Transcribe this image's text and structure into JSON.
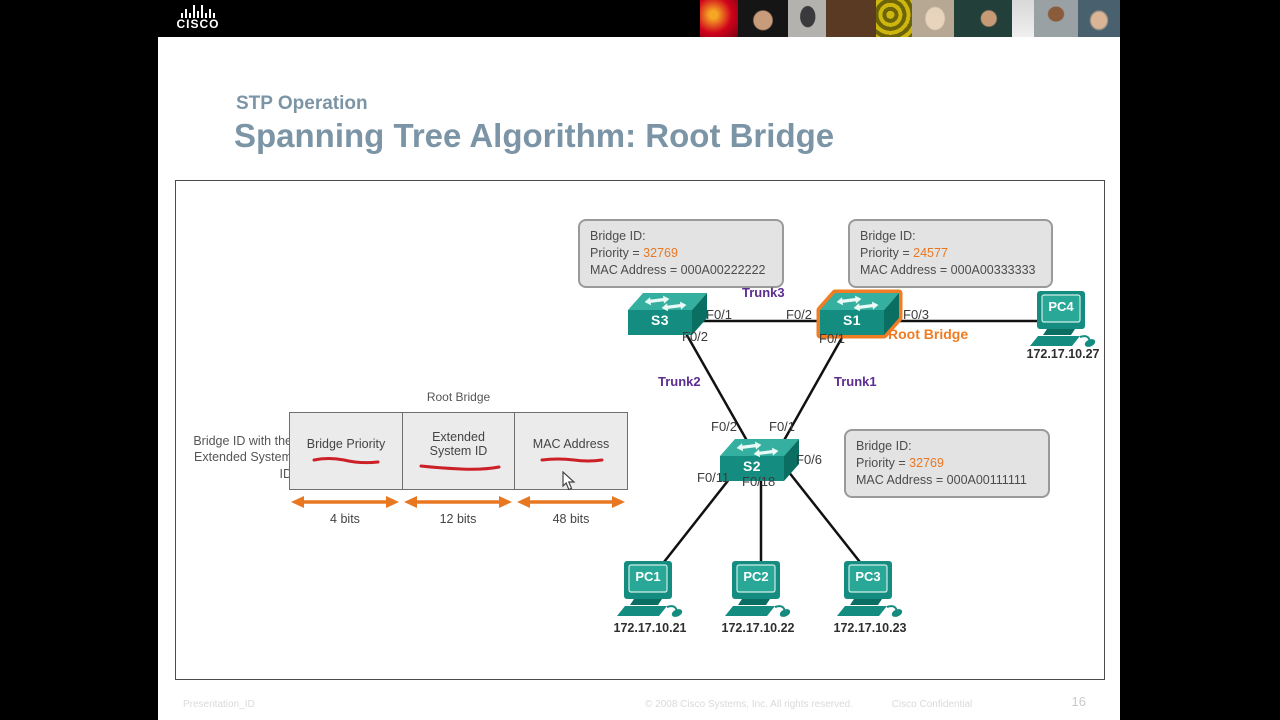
{
  "topbar": {
    "logo": "CISCO"
  },
  "slide": {
    "pretitle": "STP Operation",
    "title": "Spanning Tree Algorithm: Root Bridge"
  },
  "bridge_boxes": [
    {
      "title": "Bridge ID:",
      "priority_prefix": "Priority = ",
      "priority": "32769",
      "mac": "MAC Address = 000A00222222"
    },
    {
      "title": "Bridge ID:",
      "priority_prefix": "Priority = ",
      "priority": "24577",
      "mac": "MAC Address = 000A00333333"
    },
    {
      "title": "Bridge ID:",
      "priority_prefix": "Priority = ",
      "priority": "32769",
      "mac": "MAC Address = 000A00111111"
    }
  ],
  "nodes": {
    "s1": {
      "label": "S1"
    },
    "s2": {
      "label": "S2"
    },
    "s3": {
      "label": "S3"
    },
    "pc1": {
      "label": "PC1",
      "ip": "172.17.10.21"
    },
    "pc2": {
      "label": "PC2",
      "ip": "172.17.10.22"
    },
    "pc3": {
      "label": "PC3",
      "ip": "172.17.10.23"
    },
    "pc4": {
      "label": "PC4",
      "ip": "172.17.10.27"
    }
  },
  "trunks": {
    "trunk1": "Trunk1",
    "trunk2": "Trunk2",
    "trunk3": "Trunk3"
  },
  "ports": {
    "s3_f01": "F0/1",
    "s3_f02": "F0/2",
    "s1_f02": "F0/2",
    "s1_f01": "F0/1",
    "s1_f03": "F0/3",
    "s2_f02": "F0/2",
    "s2_f01": "F0/1",
    "s2_f06": "F0/6",
    "s2_f011": "F0/11",
    "s2_f018": "F0/18"
  },
  "root_bridge_callout": "Root Bridge",
  "bridge_id_diagram": {
    "caption": "Root Bridge",
    "side_label": "Bridge ID with the Extended System ID",
    "fields": [
      {
        "name": "Bridge Priority",
        "bits": "4 bits"
      },
      {
        "name": "Extended System ID",
        "bits": "12 bits"
      },
      {
        "name": "MAC Address",
        "bits": "48 bits"
      }
    ]
  },
  "footer": {
    "presentation_id": "Presentation_ID",
    "copyright": "© 2008 Cisco Systems, Inc. All rights reserved.",
    "confidential": "Cisco Confidential",
    "page": "16"
  },
  "colors": {
    "accent_orange": "#F07C23",
    "trunk_purple": "#5C2D91",
    "device_teal": "#148C80",
    "title_slate": "#7C95A6",
    "annotation_red": "#CC2027"
  }
}
